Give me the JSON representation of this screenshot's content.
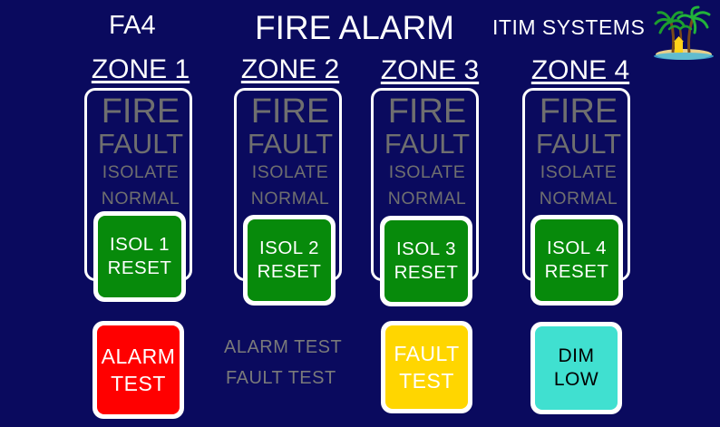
{
  "header": {
    "model": "FA4",
    "title": "FIRE ALARM",
    "company": "ITIM SYSTEMS",
    "logo_icon": "palm-island-icon"
  },
  "status_labels": {
    "fire": "FIRE",
    "fault": "FAULT",
    "isolate": "ISOLATE",
    "normal": "NORMAL"
  },
  "zones": [
    {
      "title": "ZONE 1",
      "reset_line1": "ISOL 1",
      "reset_line2": "RESET"
    },
    {
      "title": "ZONE 2",
      "reset_line1": "ISOL 2",
      "reset_line2": "RESET"
    },
    {
      "title": "ZONE 3",
      "reset_line1": "ISOL 3",
      "reset_line2": "RESET"
    },
    {
      "title": "ZONE 4",
      "reset_line1": "ISOL 4",
      "reset_line2": "RESET"
    }
  ],
  "controls": {
    "alarm_test_line1": "ALARM",
    "alarm_test_line2": "TEST",
    "alarm_test_status": "ALARM TEST",
    "fault_test_status": "FAULT TEST",
    "fault_test_line1": "FAULT",
    "fault_test_line2": "TEST",
    "dim_line1": "DIM",
    "dim_line2": "LOW"
  },
  "colors": {
    "background": "#0a0a5e",
    "reset_button": "#078a0b",
    "alarm_test_button": "#ff0000",
    "fault_test_button": "#ffd600",
    "dim_button": "#40e0d0",
    "inactive_text": "#6f6f6f"
  }
}
